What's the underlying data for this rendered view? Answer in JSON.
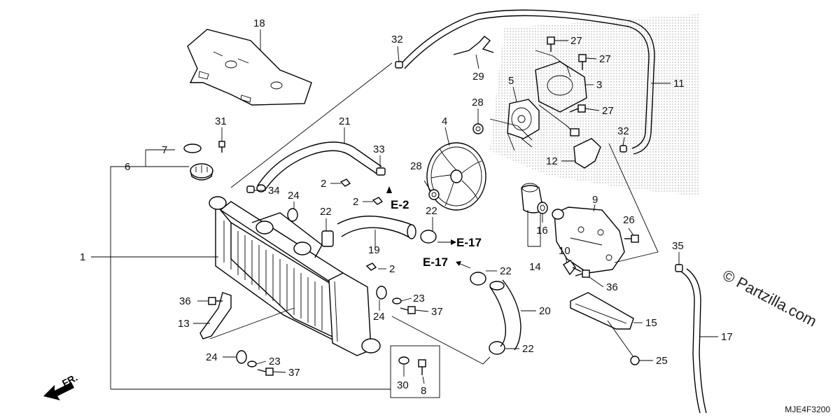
{
  "diagram": {
    "code": "MJE4F3200",
    "watermark": "© Partzilla.com",
    "front_label": "FR.",
    "callouts": {
      "c1": "1",
      "c2a": "2",
      "c2b": "2",
      "c2c": "2",
      "c3": "3",
      "c4": "4",
      "c5": "5",
      "c6": "6",
      "c7": "7",
      "c8": "8",
      "c9": "9",
      "c10": "10",
      "c11": "11",
      "c12": "12",
      "c13": "13",
      "c14": "14",
      "c15": "15",
      "c16": "16",
      "c17": "17",
      "c18": "18",
      "c19": "19",
      "c20": "20",
      "c21": "21",
      "c22a": "22",
      "c22b": "22",
      "c22c": "22",
      "c22d": "22",
      "c23a": "23",
      "c23b": "23",
      "c24a": "24",
      "c24b": "24",
      "c24c": "24",
      "c25": "25",
      "c26": "26",
      "c27a": "27",
      "c27b": "27",
      "c27c": "27",
      "c28a": "28",
      "c28b": "28",
      "c29": "29",
      "c30": "30",
      "c31": "31",
      "c32a": "32",
      "c32b": "32",
      "c33": "33",
      "c34": "34",
      "c35": "35",
      "c36a": "36",
      "c36b": "36",
      "c37a": "37",
      "c37b": "37"
    },
    "refs": {
      "e2": "E-2",
      "e17a": "E-17",
      "e17b": "E-17"
    }
  }
}
